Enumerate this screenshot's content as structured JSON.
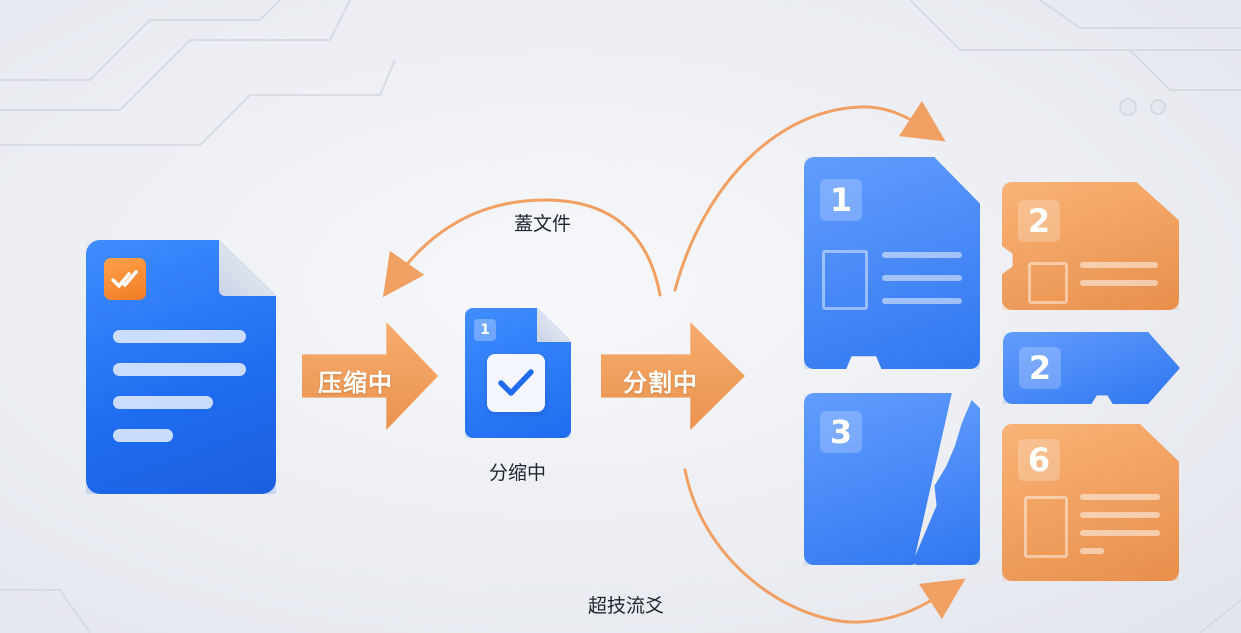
{
  "flow": {
    "stage_compress_label": "压缩中",
    "stage_split_label": "分割中",
    "doc_small_caption": "分缩中",
    "top_arc_caption": "蓋文件",
    "bottom_arc_caption": "超技流爻",
    "small_doc_number": "1"
  },
  "pieces": [
    {
      "number": "1",
      "color": "blue"
    },
    {
      "number": "2",
      "color": "orange"
    },
    {
      "number": "2",
      "color": "blue"
    },
    {
      "number": "3",
      "color": "blue"
    },
    {
      "number": "6",
      "color": "orange"
    }
  ],
  "icons": {
    "main_doc_badge": "double-check-icon",
    "small_doc_badge": "check-icon"
  },
  "colors": {
    "blue": "#1f6cf0",
    "orange": "#ea8e45",
    "background": "#eceef3"
  }
}
